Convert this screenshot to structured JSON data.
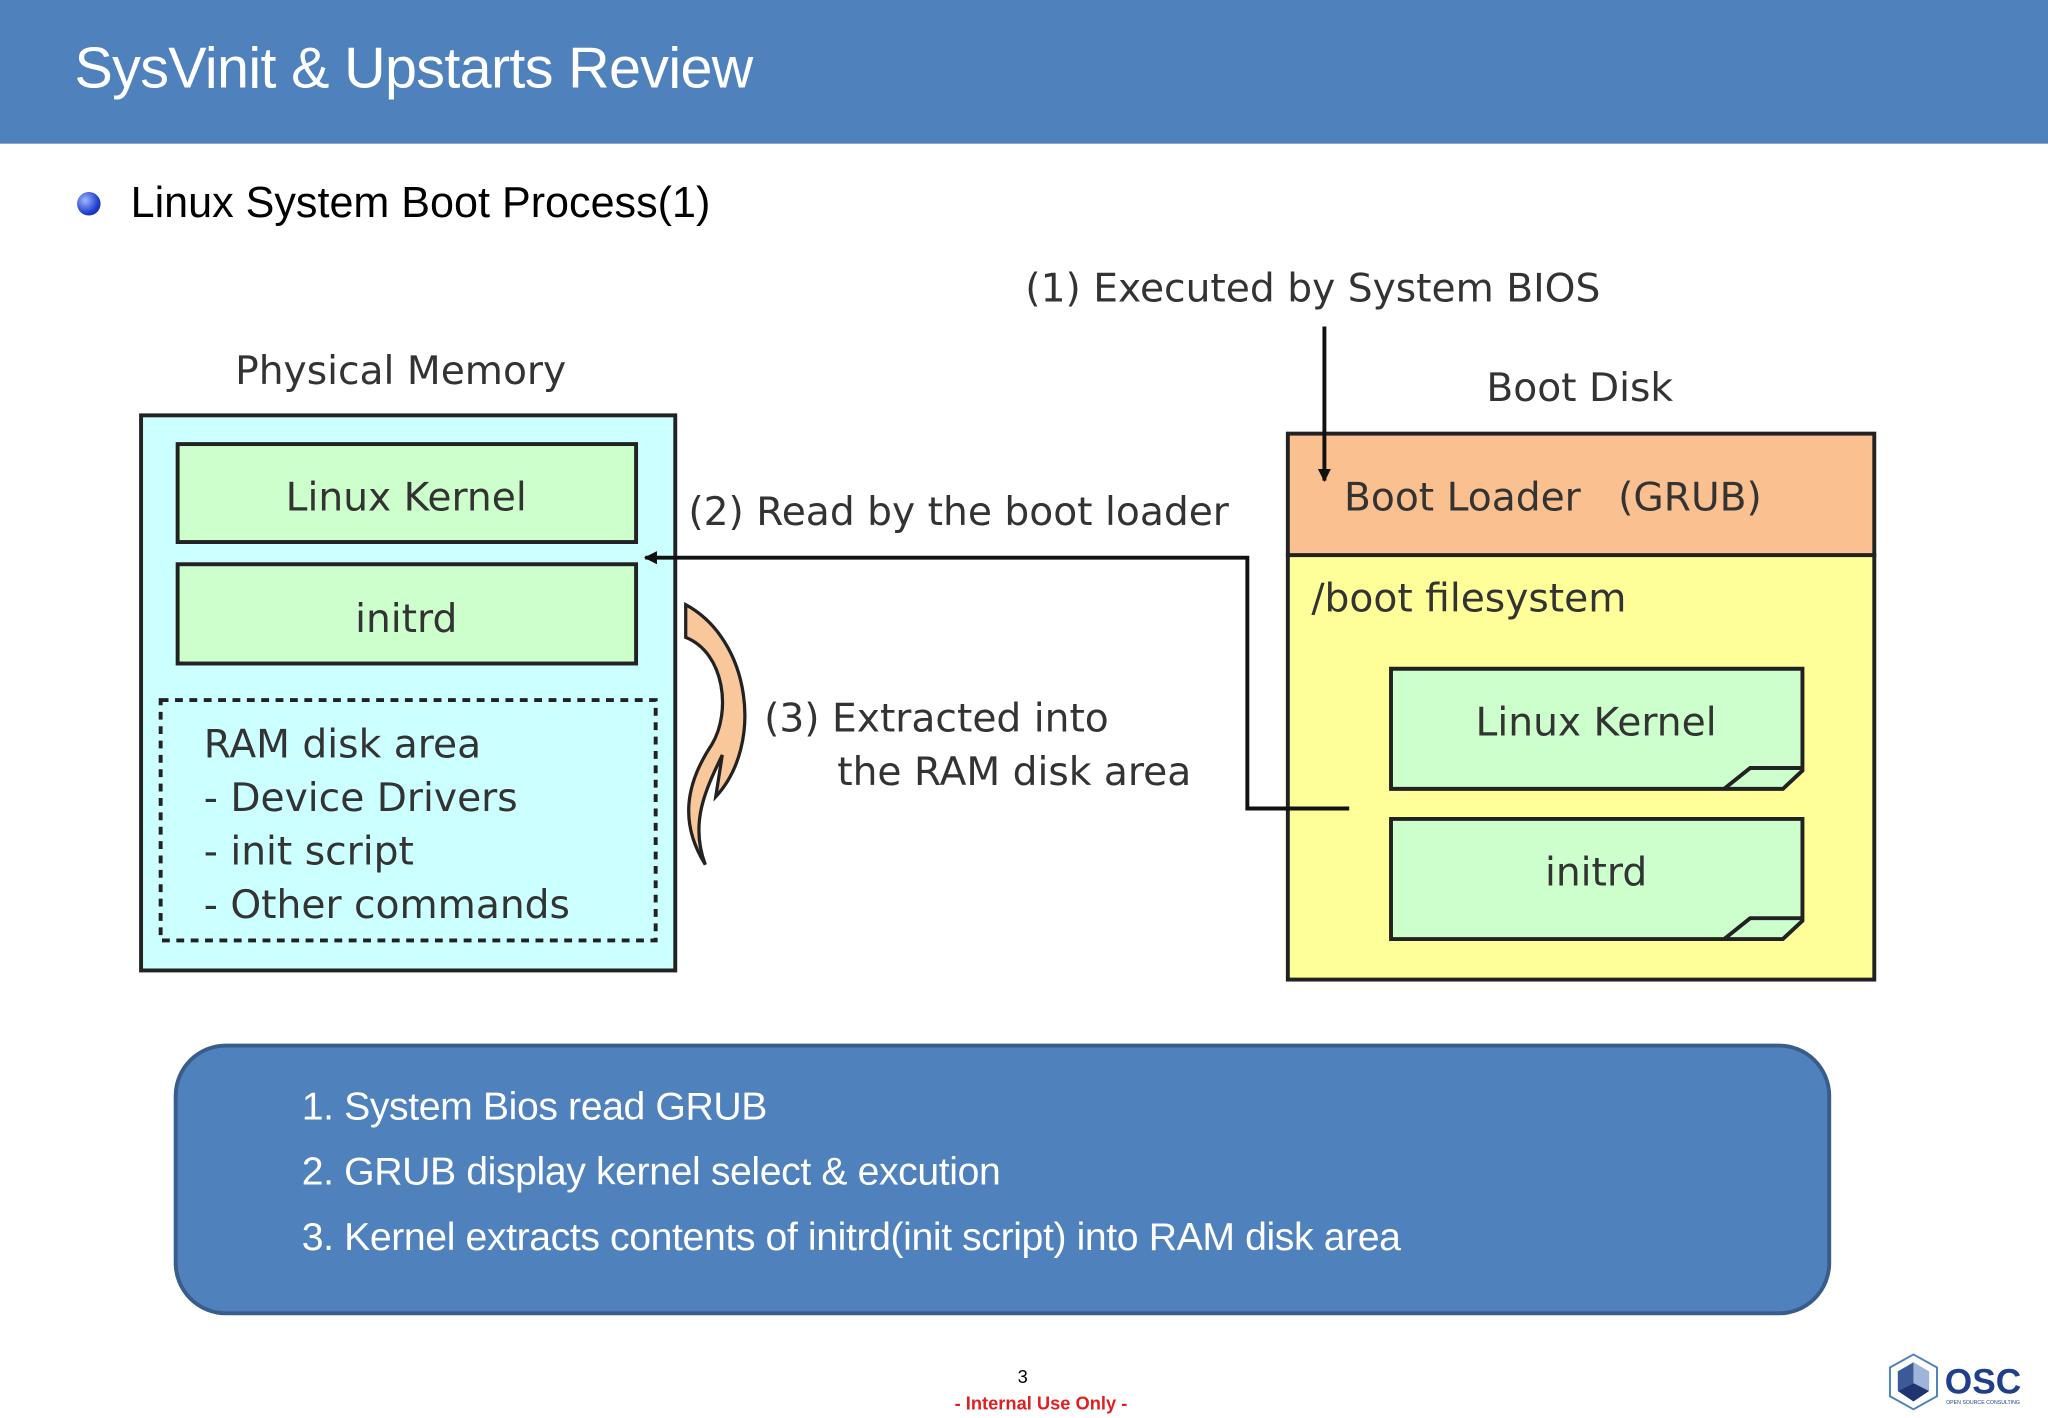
{
  "header": {
    "title": "SysVinit & Upstarts Review"
  },
  "section": {
    "bullet_text": "Linux System Boot Process(1)"
  },
  "diagram": {
    "physical_memory_label": "Physical Memory",
    "memory_kernel": "Linux Kernel",
    "memory_initrd": "initrd",
    "ram_disk_lines": [
      "RAM disk area",
      "- Device Drivers",
      "- init script",
      "- Other commands"
    ],
    "boot_disk_label": "Boot Disk",
    "boot_loader": "Boot Loader   (GRUB)",
    "boot_fs": "/boot filesystem",
    "disk_kernel": "Linux Kernel",
    "disk_initrd": "initrd",
    "step1": "(1) Executed by System BIOS",
    "step2": "(2) Read by the boot loader",
    "step3_line1": "(3) Extracted into",
    "step3_line2": "the RAM disk area",
    "colors": {
      "memory": "#ccffff",
      "component": "#ccffcc",
      "boot_loader": "#fac090",
      "boot_fs": "#ffff99",
      "arrow": "#f8c89a"
    }
  },
  "summary": {
    "items": [
      "1. System Bios read GRUB",
      "2. GRUB display kernel select & excution",
      "3. Kernel extracts contents of initrd(init script) into RAM disk area"
    ]
  },
  "footer": {
    "page_number": "3",
    "notice": "- Internal Use Only -",
    "logo_text": "OSC",
    "logo_subtext": "OPEN SOURCE CONSULTING"
  },
  "colors": {
    "header": "#4f81bd",
    "notice": "#e02020"
  }
}
